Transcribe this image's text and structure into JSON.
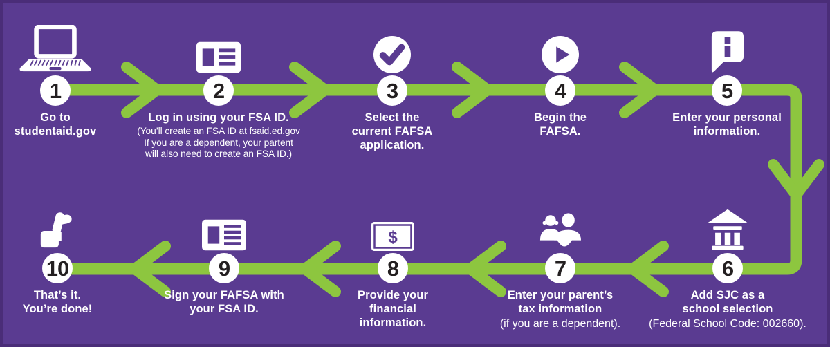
{
  "colors": {
    "background_purple": "#5a3b91",
    "border_purple": "#4a2d78",
    "arrow_green": "#8dc63f",
    "text_white": "#ffffff",
    "number_black": "#231f20"
  },
  "steps": [
    {
      "number": "1",
      "icon": "laptop-icon",
      "label": "Go to\nstudentaid.gov"
    },
    {
      "number": "2",
      "icon": "id-card-icon",
      "label": "Log in using your FSA ID.",
      "sublabel": "(You’ll create an FSA ID at fsaid.ed.gov\nIf you are a dependent, your partent\nwill also need to create an FSA ID.)"
    },
    {
      "number": "3",
      "icon": "check-circle-icon",
      "label": "Select the\ncurrent FAFSA\napplication."
    },
    {
      "number": "4",
      "icon": "play-circle-icon",
      "label": "Begin the\nFAFSA."
    },
    {
      "number": "5",
      "icon": "info-bubble-icon",
      "label": "Enter your personal\ninformation."
    },
    {
      "number": "6",
      "icon": "school-building-icon",
      "label": "Add SJC as a\nschool selection",
      "sublabel": "(Federal School Code: 002660)."
    },
    {
      "number": "7",
      "icon": "parents-icon",
      "label": "Enter your parent’s\ntax information",
      "sublabel": "(if you are a dependent)."
    },
    {
      "number": "8",
      "icon": "dollar-bill-icon",
      "label": "Provide your\nfinancial\ninformation.",
      "icon_glyph": "$"
    },
    {
      "number": "9",
      "icon": "id-card-icon",
      "label": "Sign your FAFSA with\nyour FSA ID."
    },
    {
      "number": "10",
      "icon": "thumbs-up-icon",
      "label": "That’s it.\nYou’re done!"
    }
  ]
}
